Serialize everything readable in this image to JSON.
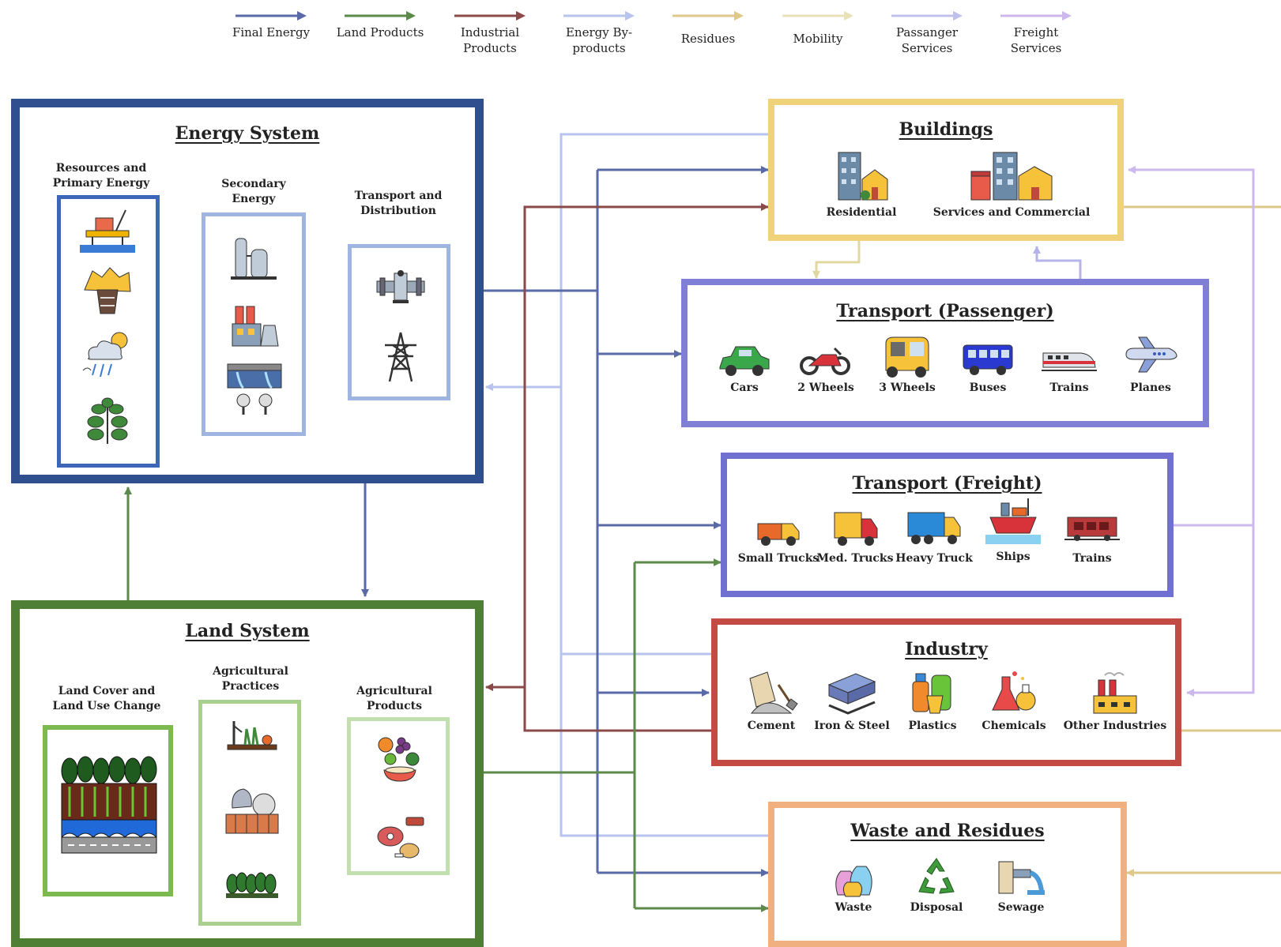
{
  "legend": [
    {
      "label": "Final Energy",
      "color": "#5a6aa8"
    },
    {
      "label": "Land Products",
      "color": "#5b8a4a"
    },
    {
      "label": "Industrial Products",
      "color": "#8b4a4a"
    },
    {
      "label": "Energy By-products",
      "color": "#b8c4ee"
    },
    {
      "label": "Residues",
      "color": "#dcc98a"
    },
    {
      "label": "Mobility",
      "color": "#e8e2b8"
    },
    {
      "label": "Passanger Services",
      "color": "#c0c0ee"
    },
    {
      "label": "Freight Services",
      "color": "#cdb8ee"
    }
  ],
  "energy": {
    "title": "Energy System",
    "resources_label": "Resources and Primary Energy",
    "secondary_label": "Secondary Energy",
    "transport_label": "Transport and Distribution"
  },
  "land": {
    "title": "Land System",
    "cover_label": "Land Cover and Land Use Change",
    "practices_label": "Agricultural Practices",
    "products_label": "Agricultural Products"
  },
  "buildings": {
    "title": "Buildings",
    "items": [
      "Residential",
      "Services and Commercial"
    ]
  },
  "transport_passenger": {
    "title": "Transport (Passenger)",
    "items": [
      "Cars",
      "2 Wheels",
      "3 Wheels",
      "Buses",
      "Trains",
      "Planes"
    ]
  },
  "transport_freight": {
    "title": "Transport (Freight)",
    "items": [
      "Small Trucks",
      "Med. Trucks",
      "Heavy Truck",
      "Ships",
      "Trains"
    ]
  },
  "industry": {
    "title": "Industry",
    "items": [
      "Cement",
      "Iron & Steel",
      "Plastics",
      "Chemicals",
      "Other Industries"
    ]
  },
  "waste": {
    "title": "Waste and Residues",
    "items": [
      "Waste",
      "Disposal",
      "Sewage"
    ]
  },
  "colors": {
    "energy_border": "#2f4f8f",
    "land_border": "#4f7f35",
    "buildings_border": "#f0d27a",
    "passenger_border": "#7f7fd6",
    "freight_border": "#7070d0",
    "industry_border": "#c44a44",
    "waste_border": "#f0b080"
  }
}
